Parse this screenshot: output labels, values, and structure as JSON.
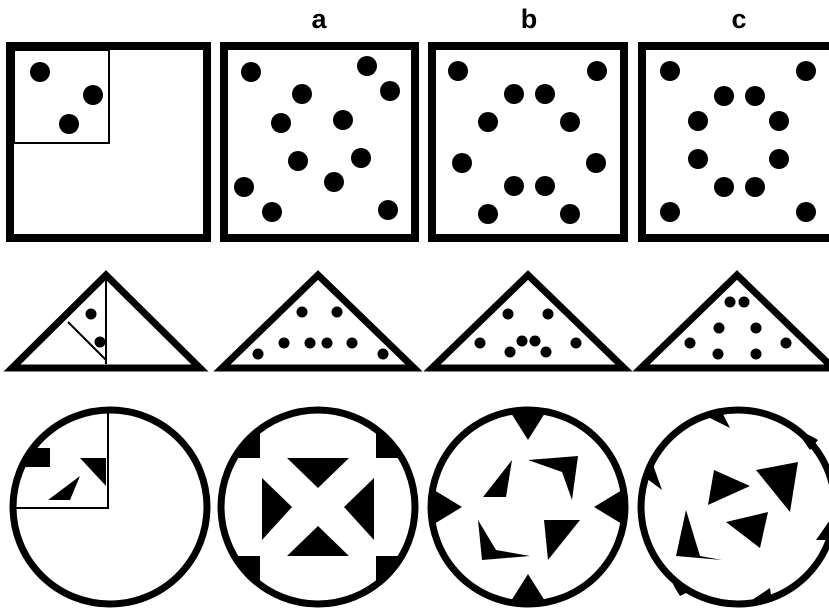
{
  "column_labels": [
    "a",
    "b",
    "c"
  ],
  "colors": {
    "ink": "#000000",
    "paper": "#ffffff"
  },
  "rows": [
    {
      "shape": "square",
      "panels": [
        "sample",
        "option-a",
        "option-b",
        "option-c"
      ]
    },
    {
      "shape": "triangle",
      "panels": [
        "sample",
        "option-a",
        "option-b",
        "option-c"
      ]
    },
    {
      "shape": "circle",
      "panels": [
        "sample",
        "option-a",
        "option-b",
        "option-c"
      ]
    }
  ]
}
